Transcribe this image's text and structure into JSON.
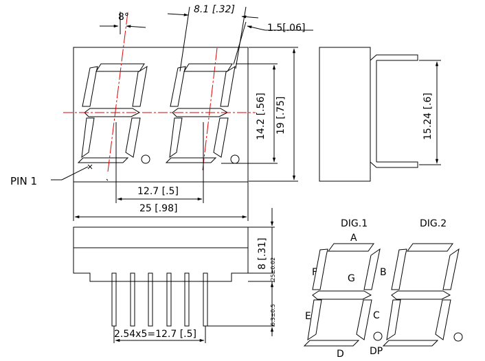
{
  "dimensions": {
    "slant_angle": "8°",
    "digit_height": "8.1 [.32]",
    "segment_width": "1.5[.06]",
    "segment_span": "14.2 [.56]",
    "body_height": "19 [.75]",
    "digit_pitch": "12.7 [.5]",
    "body_width": "25 [.98]",
    "pin_row_spacing": "15.24 [.6]",
    "body_depth": "8 [.31]",
    "standoff": ".25±0.02",
    "pin_length": "6.3±0.5",
    "pin_pitch": "2.54x5=12.7 [.5]"
  },
  "labels": {
    "pin1": "PIN 1",
    "dig1": "DIG.1",
    "dig2": "DIG.2"
  },
  "segments": {
    "a": "A",
    "b": "B",
    "c": "C",
    "d": "D",
    "e": "E",
    "f": "F",
    "g": "G",
    "dp": "DP"
  }
}
